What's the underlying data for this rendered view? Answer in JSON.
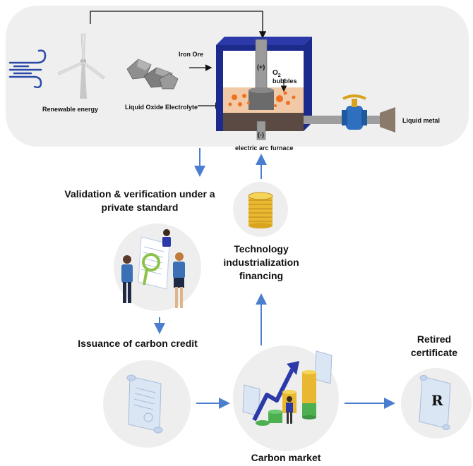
{
  "top_panel": {
    "renewable_label": "Renewable energy",
    "iron_ore_label": "Iron Ore",
    "electrolyte_label": "Liquid Oxide Electrolyte",
    "o2_label": "O",
    "o2_sub": "2",
    "bubbles_label": "bubbles",
    "anode_label": "(+)",
    "cathode_label": "(-)",
    "furnace_label": "electric arc furnace",
    "liquid_metal_label": "Liquid metal"
  },
  "flow": {
    "validation_label": "Validation & verification under a private standard",
    "financing_label": "Technology industrialization financing",
    "issuance_label": "Issuance of carbon credit",
    "market_label": "Carbon market",
    "retired_label": "Retired certificate",
    "retired_mark": "R"
  },
  "colors": {
    "panel_bg": "#efefef",
    "arrow_blue": "#4a7fd0",
    "furnace_blue": "#1c2a8c",
    "coin_gold": "#e9b830",
    "coin_green": "#4caf50",
    "person_blue": "#3b6fb6"
  }
}
